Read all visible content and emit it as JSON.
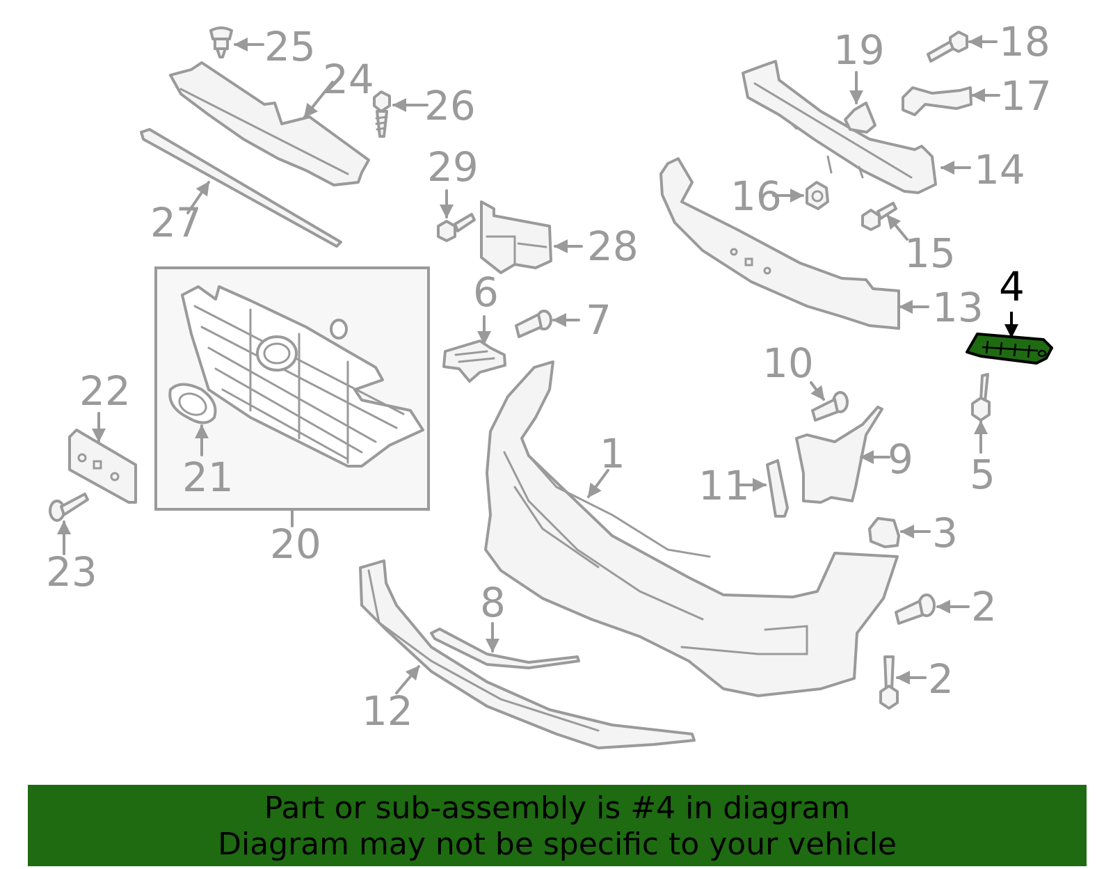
{
  "callouts": {
    "c1": "1",
    "c2a": "2",
    "c2b": "2",
    "c3": "3",
    "c4": "4",
    "c5": "5",
    "c6": "6",
    "c7": "7",
    "c8": "8",
    "c9": "9",
    "c10": "10",
    "c11": "11",
    "c12": "12",
    "c13": "13",
    "c14": "14",
    "c15": "15",
    "c16": "16",
    "c17": "17",
    "c18": "18",
    "c19": "19",
    "c20": "20",
    "c21": "21",
    "c22": "22",
    "c23": "23",
    "c24": "24",
    "c25": "25",
    "c26": "26",
    "c27": "27",
    "c28": "28",
    "c29": "29"
  },
  "highlighted_part": "4",
  "colors": {
    "line_art": "#9a9a9a",
    "highlight_fill": "#1e6b12",
    "banner_background": "#1e6b12",
    "banner_text": "#000000"
  },
  "footer": {
    "line1": "Part or sub-assembly is #4 in diagram",
    "line2": "Diagram may not be specific to your vehicle"
  }
}
